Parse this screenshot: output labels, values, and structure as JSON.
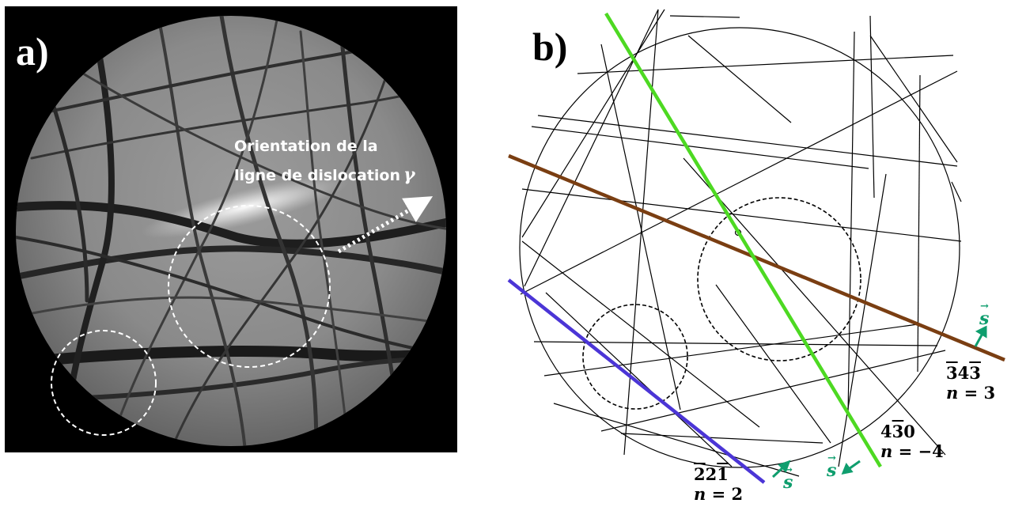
{
  "panels": {
    "a": {
      "label": "a)",
      "annotation_line1": "Orientation de la",
      "annotation_line2": "ligne de dislocation",
      "annotation_symbol": "γ"
    },
    "b": {
      "label": "b)",
      "lines": [
        {
          "color": "#7a3e12",
          "index_parts": [
            {
              "t": "3",
              "bar": true
            },
            {
              "t": "4",
              "bar": false
            },
            {
              "t": "3",
              "bar": true
            }
          ],
          "n_var": "n",
          "n_text": " = 3",
          "s_label": "s"
        },
        {
          "color": "#4dd922",
          "index_parts": [
            {
              "t": "4",
              "bar": false
            },
            {
              "t": "3",
              "bar": true
            },
            {
              "t": "0",
              "bar": false
            }
          ],
          "n_var": "n",
          "n_text": " = −4",
          "s_label": "s"
        },
        {
          "color": "#4b35d6",
          "index_parts": [
            {
              "t": "2",
              "bar": true
            },
            {
              "t": "2",
              "bar": false
            },
            {
              "t": "1",
              "bar": true
            }
          ],
          "n_var": "n",
          "n_text": " = 2",
          "s_label": "s"
        }
      ],
      "s_arrow_color": "#0f9e6e"
    }
  }
}
